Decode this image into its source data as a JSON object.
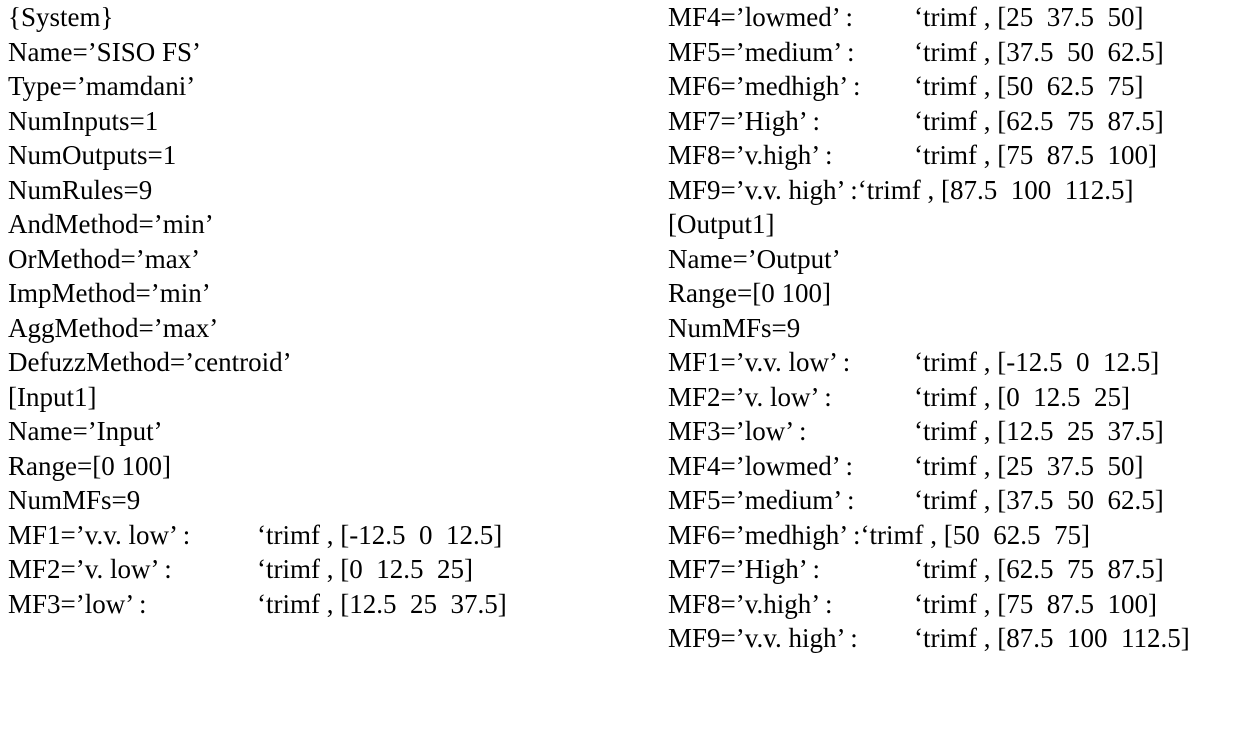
{
  "left_column": {
    "system_header": "{System}",
    "name": "Name=’SISO FS’",
    "type": "Type=’mamdani’",
    "num_inputs": "NumInputs=1",
    "num_outputs": "NumOutputs=1",
    "num_rules": "NumRules=9",
    "and_method": "AndMethod=’min’",
    "or_method": "OrMethod=’max’",
    "imp_method": "ImpMethod=’min’",
    "agg_method": "AggMethod=’max’",
    "defuzz_method": "DefuzzMethod=’centroid’",
    "input_header": "[Input1]",
    "input_name": "Name=’Input’",
    "input_range": "Range=[0 100]",
    "input_num_mfs": "NumMFs=9",
    "input_mfs": [
      {
        "label": "MF1=’v.v. low’ :",
        "value": "‘trimf , [-12.5  0  12.5]"
      },
      {
        "label": "MF2=’v. low’ :",
        "value": "‘trimf , [0  12.5  25]"
      },
      {
        "label": "MF3=’low’ :",
        "value": "‘trimf , [12.5  25  37.5]"
      }
    ]
  },
  "right_column": {
    "input_mfs_continued": [
      {
        "label": "MF4=’lowmed’ :",
        "value": "‘trimf , [25  37.5  50]"
      },
      {
        "label": "MF5=’medium’ :",
        "value": "‘trimf , [37.5  50  62.5]"
      },
      {
        "label": "MF6=’medhigh’ :",
        "value": "‘trimf , [50  62.5  75]"
      },
      {
        "label": "MF7=’High’ :",
        "value": "‘trimf , [62.5  75  87.5]"
      },
      {
        "label": "MF8=’v.high’ :",
        "value": "‘trimf , [75  87.5  100]"
      },
      {
        "label": "MF9=’v.v. high’ :",
        "value": "‘trimf , [87.5  100  112.5]"
      }
    ],
    "output_header": "[Output1]",
    "output_name": "Name=’Output’",
    "output_range": "Range=[0 100]",
    "output_num_mfs": "NumMFs=9",
    "output_mfs": [
      {
        "label": "MF1=’v.v. low’ :",
        "value": "‘trimf , [-12.5  0  12.5]"
      },
      {
        "label": "MF2=’v. low’ :",
        "value": "‘trimf , [0  12.5  25]"
      },
      {
        "label": "MF3=’low’ :",
        "value": "‘trimf , [12.5  25  37.5]"
      },
      {
        "label": "MF4=’lowmed’ :",
        "value": "‘trimf , [25  37.5  50]"
      },
      {
        "label": "MF5=’medium’ :",
        "value": "‘trimf , [37.5  50  62.5]"
      },
      {
        "label": "MF6=’medhigh’ :",
        "value": "‘trimf , [50  62.5  75]"
      },
      {
        "label": "MF7=’High’ :",
        "value": "‘trimf , [62.5  75  87.5]"
      },
      {
        "label": "MF8=’v.high’ :",
        "value": "‘trimf , [75  87.5  100]"
      },
      {
        "label": "MF9=’v.v. high’ :",
        "value": "‘trimf , [87.5  100  112.5]"
      }
    ]
  }
}
